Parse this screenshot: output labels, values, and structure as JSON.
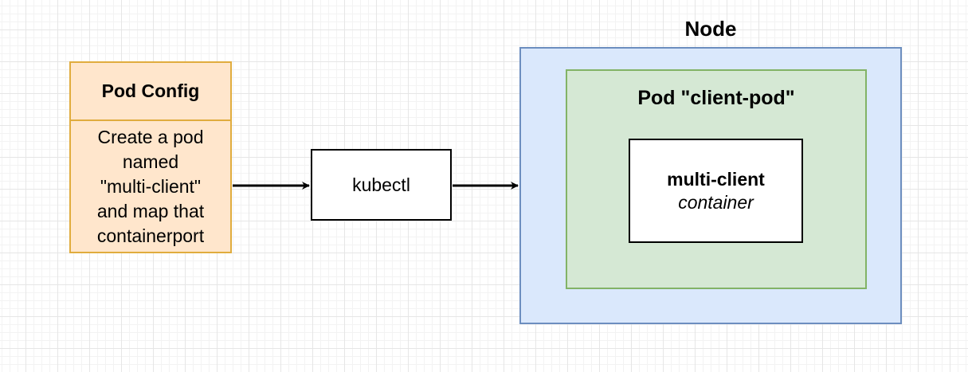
{
  "pod_config": {
    "title": "Pod Config",
    "description": "Create a pod\nnamed\n\"multi-client\"\nand map that\ncontainerport"
  },
  "kubectl": {
    "label": "kubectl"
  },
  "node": {
    "title": "Node",
    "pod": {
      "title": "Pod \"client-pod\"",
      "container": {
        "name": "multi-client",
        "type": "container"
      }
    }
  },
  "colors": {
    "pod_config_fill": "#ffe6cc",
    "pod_config_border": "#e0ac3e",
    "node_fill": "#dae8fc",
    "node_border": "#6c8ebf",
    "pod_fill": "#d5e8d4",
    "pod_border": "#82b366",
    "arrow": "#000000"
  }
}
